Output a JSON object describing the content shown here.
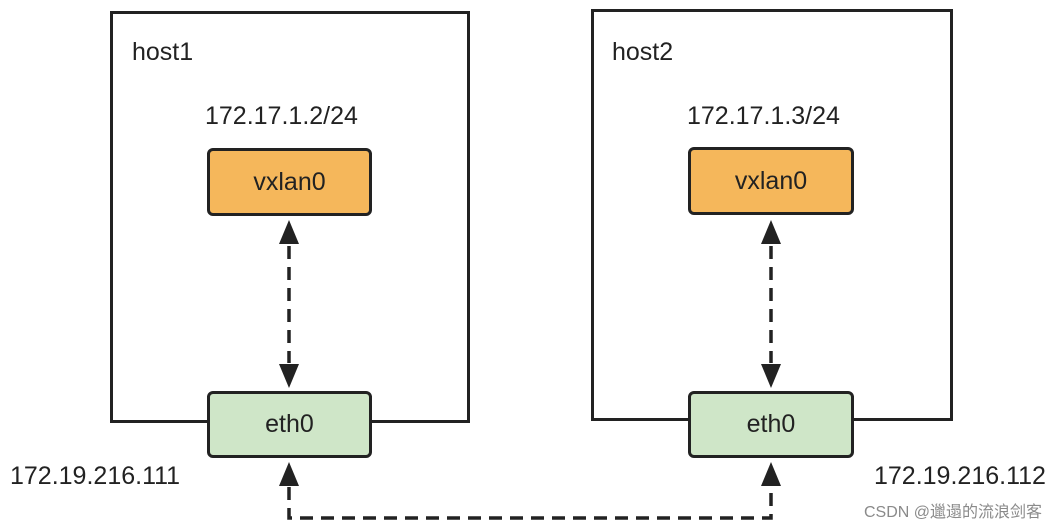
{
  "host1": {
    "label": "host1",
    "vxlan_ip": "172.17.1.2/24",
    "vxlan_name": "vxlan0",
    "eth_name": "eth0",
    "eth_ip": "172.19.216.111"
  },
  "host2": {
    "label": "host2",
    "vxlan_ip": "172.17.1.3/24",
    "vxlan_name": "vxlan0",
    "eth_name": "eth0",
    "eth_ip": "172.19.216.112"
  },
  "watermark": "CSDN @邋遢的流浪剑客",
  "colors": {
    "vxlan_fill": "#f5b75b",
    "eth_fill": "#cfe6c8",
    "line": "#222222"
  }
}
